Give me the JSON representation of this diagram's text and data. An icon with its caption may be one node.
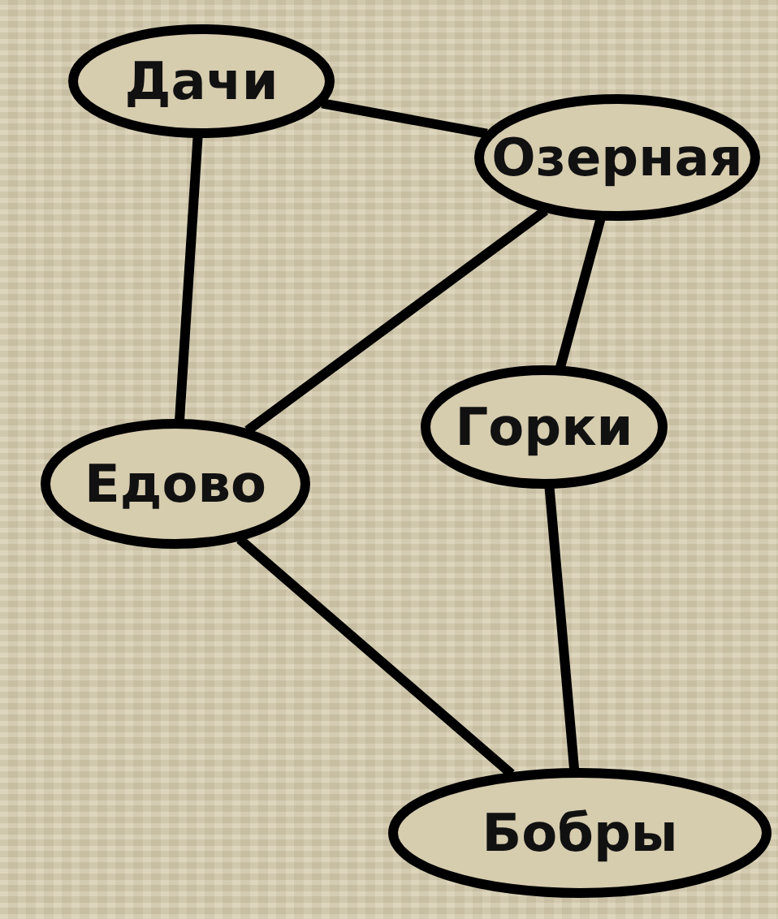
{
  "diagram": {
    "nodes": [
      {
        "text": [
          "Дачи"
        ]
      },
      {
        "text": [
          "Озерная"
        ]
      },
      {
        "text": [
          "Горки"
        ]
      },
      {
        "text": [
          "Едово"
        ]
      },
      {
        "text": [
          "Бобры"
        ]
      }
    ],
    "edges": [
      {
        "from": 0,
        "to": 1,
        "arrow": "none"
      },
      {
        "from": 0,
        "to": 3,
        "arrow": "none"
      },
      {
        "from": 1,
        "to": 3,
        "arrow": "none"
      },
      {
        "from": 1,
        "to": 2,
        "arrow": "none"
      },
      {
        "from": 2,
        "to": 4,
        "arrow": "none"
      },
      {
        "from": 3,
        "to": 4,
        "arrow": "none"
      }
    ]
  }
}
